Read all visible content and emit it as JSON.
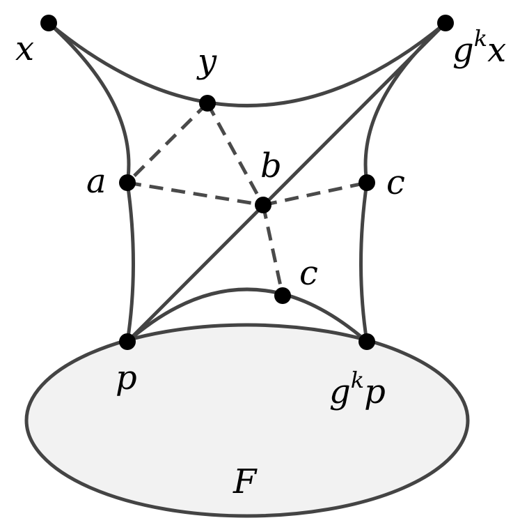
{
  "diagram": {
    "colors": {
      "stroke": "#444444",
      "node": "#000000",
      "region_fill": "#f2f2f2"
    },
    "labels": {
      "x": "x",
      "y": "y",
      "a": "a",
      "b": "b",
      "c_right": "c",
      "c_lower": "c",
      "gkx_base": "g",
      "gkx_sup": "k",
      "gkx_tail": "x",
      "p": "p",
      "gkp_base": "g",
      "gkp_sup": "k",
      "gkp_tail": "p",
      "F": "F"
    }
  }
}
